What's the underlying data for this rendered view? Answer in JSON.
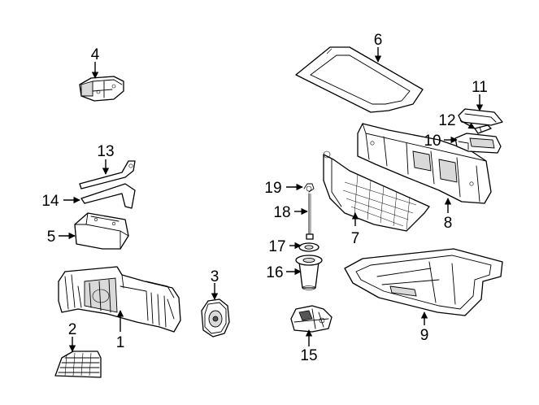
{
  "diagram": {
    "background": "#ffffff",
    "line_color": "#000000",
    "callouts": [
      {
        "id": "c1",
        "label": "1"
      },
      {
        "id": "c2",
        "label": "2"
      },
      {
        "id": "c3",
        "label": "3"
      },
      {
        "id": "c4",
        "label": "4"
      },
      {
        "id": "c5",
        "label": "5"
      },
      {
        "id": "c6",
        "label": "6"
      },
      {
        "id": "c7",
        "label": "7"
      },
      {
        "id": "c8",
        "label": "8"
      },
      {
        "id": "c9",
        "label": "9"
      },
      {
        "id": "c10",
        "label": "10"
      },
      {
        "id": "c11",
        "label": "11"
      },
      {
        "id": "c12",
        "label": "12"
      },
      {
        "id": "c13",
        "label": "13"
      },
      {
        "id": "c14",
        "label": "14"
      },
      {
        "id": "c15",
        "label": "15"
      },
      {
        "id": "c16",
        "label": "16"
      },
      {
        "id": "c17",
        "label": "17"
      },
      {
        "id": "c18",
        "label": "18"
      },
      {
        "id": "c19",
        "label": "19"
      }
    ]
  }
}
